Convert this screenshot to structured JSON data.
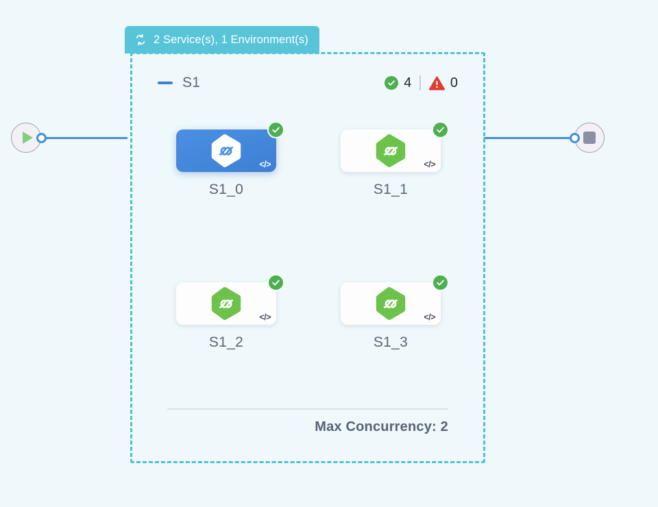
{
  "canvas": {
    "background_color": "#eff8fb"
  },
  "start_node": {
    "icon": "play-icon",
    "handle": "source-handle"
  },
  "end_node": {
    "icon": "stop-icon",
    "handle": "target-handle"
  },
  "group": {
    "banner": {
      "icon": "loop-repeat-icon",
      "label": "2 Service(s), 1 Environment(s)",
      "background_color": "#58c4d8",
      "text_color": "#ffffff"
    },
    "border_color": "#4cc3d4",
    "subgroup": {
      "collapse_icon": "minus-icon",
      "title": "S1",
      "status": {
        "success_icon": "check-circle-icon",
        "success_count": "4",
        "warning_icon": "warning-triangle-icon",
        "warning_count": "0",
        "success_color": "#4caf50",
        "warning_color": "#e03b2f"
      }
    },
    "footer": {
      "concurrency_label": "Max Concurrency: 2"
    }
  },
  "nodes": [
    {
      "label": "S1_0",
      "selected": true,
      "logo_icon": "hexagon-node-logo-icon",
      "code_icon": "code-tag-icon",
      "status_icon": "check-circle-icon",
      "card_color": "#4a90e2",
      "logo_color": "#ffffff"
    },
    {
      "label": "S1_1",
      "selected": false,
      "logo_icon": "hexagon-node-logo-icon",
      "code_icon": "code-tag-icon",
      "status_icon": "check-circle-icon",
      "card_color": "#fdfdfd",
      "logo_color": "#6cc24a"
    },
    {
      "label": "S1_2",
      "selected": false,
      "logo_icon": "hexagon-node-logo-icon",
      "code_icon": "code-tag-icon",
      "status_icon": "check-circle-icon",
      "card_color": "#fdfdfd",
      "logo_color": "#6cc24a"
    },
    {
      "label": "S1_3",
      "selected": false,
      "logo_icon": "hexagon-node-logo-icon",
      "code_icon": "code-tag-icon",
      "status_icon": "check-circle-icon",
      "card_color": "#fdfdfd",
      "logo_color": "#6cc24a"
    }
  ]
}
